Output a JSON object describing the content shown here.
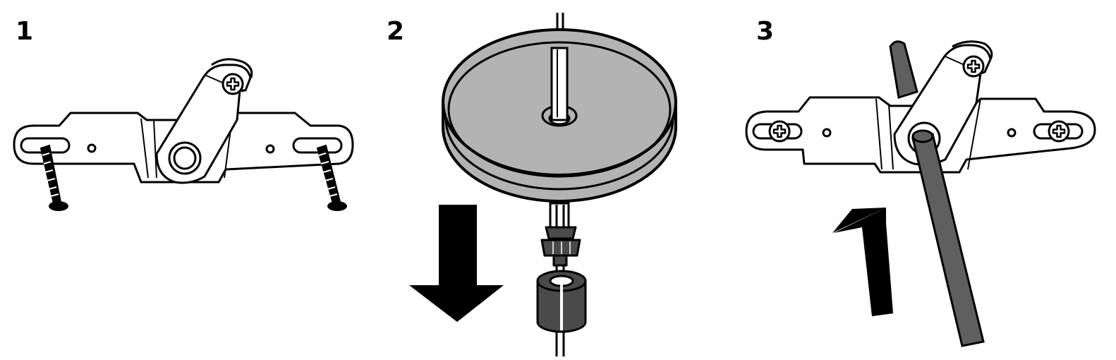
{
  "steps": [
    {
      "label": "1"
    },
    {
      "label": "2"
    },
    {
      "label": "3"
    }
  ],
  "colors": {
    "line": "#000000",
    "metal_fill": "#ffffff",
    "canopy_fill": "#b3b3b3",
    "rod_fill": "#5f5f5f",
    "nut_fill": "#4a4a4a",
    "arrow_fill": "#000000"
  },
  "icons": [
    "screw-icon",
    "phillips-screw-icon",
    "mounting-bracket",
    "ceiling-canopy",
    "cable-nut",
    "down-arrow-icon",
    "up-arrow-icon"
  ]
}
